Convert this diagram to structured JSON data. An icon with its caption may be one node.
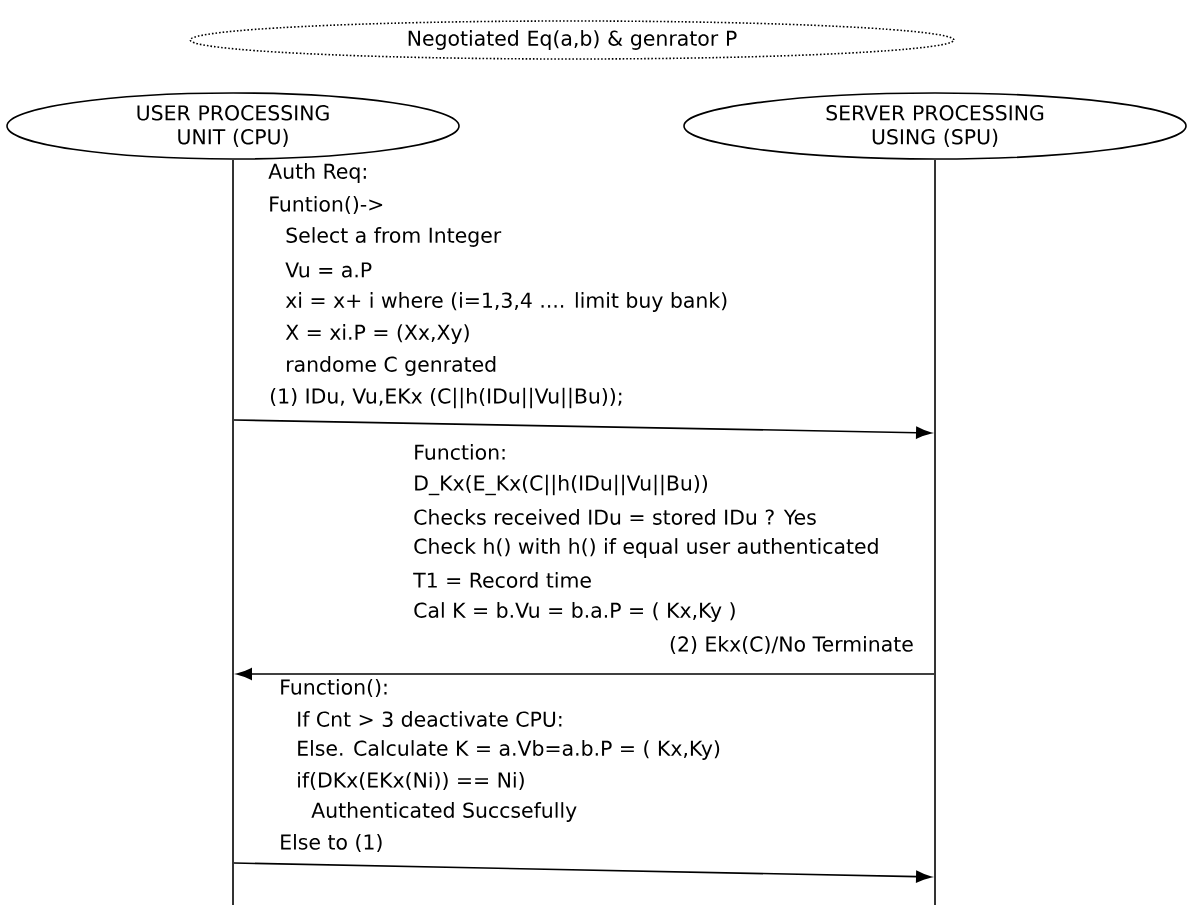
{
  "diagram": {
    "nodes": [
      {
        "text": [
          "Negotiated Eq(a,b) & genrator P"
        ]
      },
      {
        "text": [
          "USER PROCESSING UNIT (CPU)"
        ]
      },
      {
        "text": [
          "SERVER PROCESSING USING (SPU)"
        ]
      },
      {
        "text": [],
        "shape": "bar"
      },
      {
        "text": [],
        "shape": "bar"
      }
    ],
    "edges": [
      {
        "from": 3,
        "to": 4,
        "arrow": "to",
        "label": "(1) IDu, Vu,EKx (C||h(IDu||Vu||Bu));"
      },
      {
        "from": 4,
        "to": 3,
        "arrow": "to",
        "label": "(2) Ekx(C)/No Terminate"
      },
      {
        "from": 3,
        "to": 4,
        "arrow": "to"
      }
    ],
    "labels": [
      "Auth Req:",
      "Funtion()->",
      "Select a from Integer",
      "Vu = a.P",
      "xi = x+ i where (i=1,3,4 .... limit buy bank)",
      "X = xi.P = (Xx,Xy)",
      "randome C genrated",
      "Function:",
      "D_Kx(E_Kx(C||h(IDu||Vu||Bu))",
      "Checks received IDu = stored IDu ? Yes",
      "Check h() with h() if equal user authenticated",
      "T1 = Record time",
      "Cal K = b.Vu = b.a.P = ( Kx,Ky )",
      "Function():",
      "If Cnt > 3 deactivate CPU:",
      "Else. Calculate K = a.Vb=a.b.P = ( Kx,Ky)",
      "if(DKx(EKx(Ni)) == Ni)",
      "Authenticated Succsefully",
      "Else to (1)"
    ]
  }
}
